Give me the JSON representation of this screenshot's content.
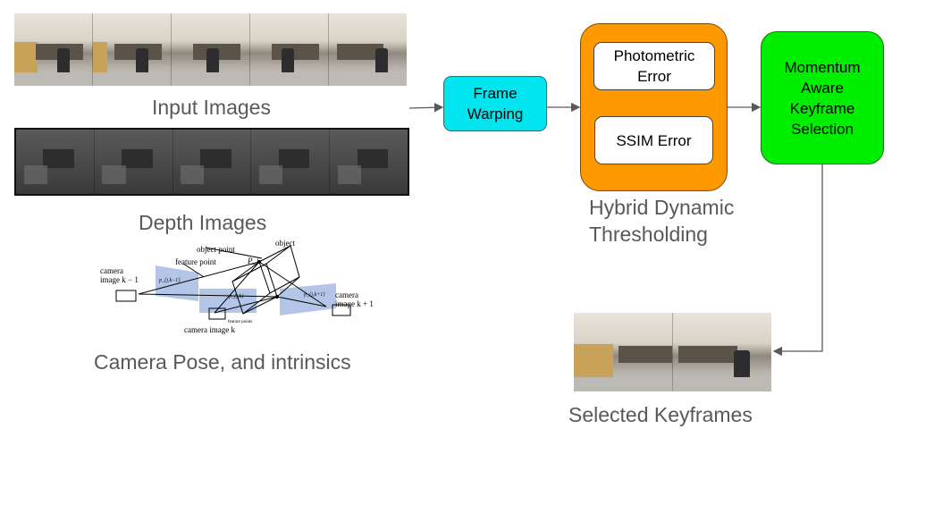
{
  "captions": {
    "input_images": "Input Images",
    "depth_images": "Depth Images",
    "camera_pose": "Camera Pose, and intrinsics",
    "hybrid": "Hybrid Dynamic\nThresholding",
    "selected": "Selected Keyframes"
  },
  "boxes": {
    "frame_warping": "Frame\nWarping",
    "photometric": "Photometric\nError",
    "ssim": "SSIM Error",
    "momentum": "Momentum\nAware\nKeyframe\nSelection"
  },
  "camera_diagram": {
    "object_point": "object point",
    "object": "object",
    "feature_point": "feature point",
    "pj": "P_j",
    "cam_prev": "camera\nimage k − 1",
    "cam_cur": "camera image k",
    "cam_next": "camera\nimage k + 1",
    "p_prev": "p_{j,k−1}",
    "p_cur": "p_{j,k}",
    "p_next": "p_{j,k+1}",
    "feature_points": "feature points"
  },
  "colors": {
    "frame_warping": "#00e5ee",
    "hybrid_panel": "#ff9900",
    "momentum": "#00ee00",
    "caption_text": "#595959",
    "arrow": "#595959"
  }
}
